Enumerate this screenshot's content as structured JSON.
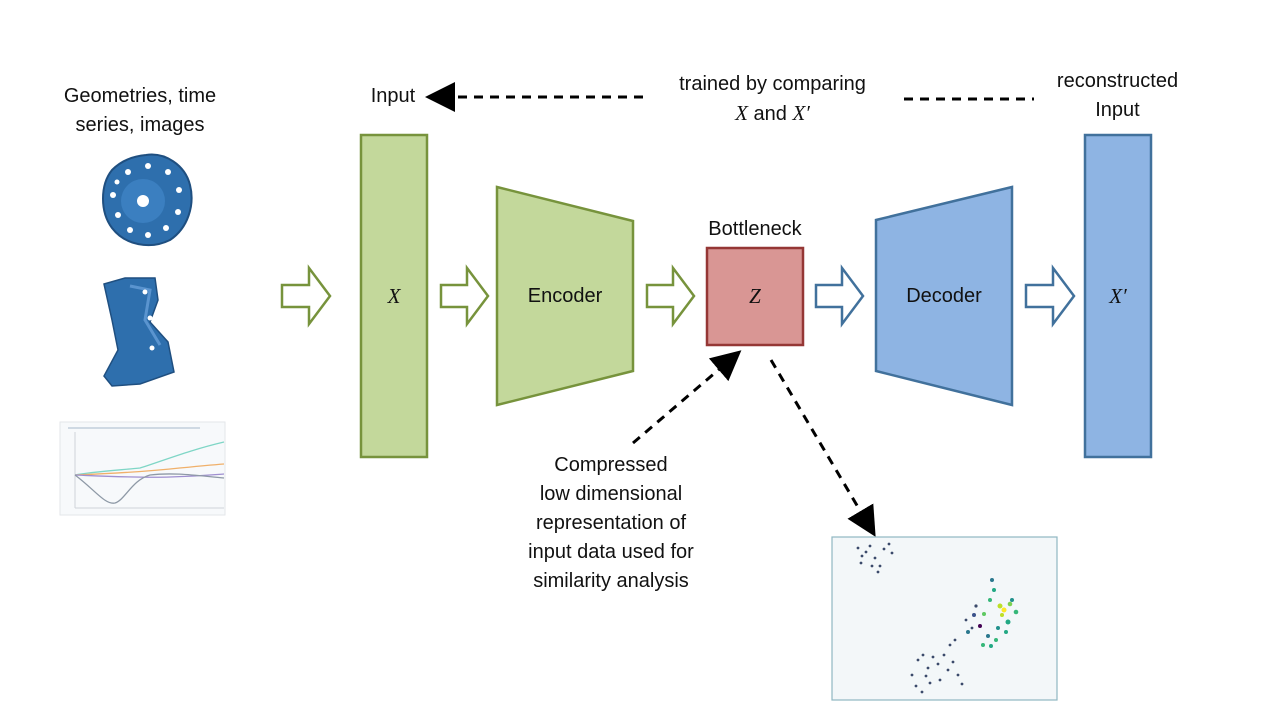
{
  "sources": {
    "title_line1": "Geometries, time",
    "title_line2": "series, images"
  },
  "blocks": {
    "input_x": "X",
    "encoder": "Encoder",
    "bottleneck_title": "Bottleneck",
    "bottleneck_z": "Z",
    "decoder": "Decoder",
    "output_x": "X′"
  },
  "top_labels": {
    "input": "Input",
    "training_line1": "trained by comparing",
    "training_x": "X",
    "training_and": "and",
    "training_xprime": "X′",
    "reconstructed_line1": "reconstructed",
    "reconstructed_line2": "Input"
  },
  "annotation": {
    "line1": "Compressed",
    "line2": "low dimensional",
    "line3": "representation of",
    "line4": "input data used for",
    "line5": "similarity analysis"
  },
  "colors": {
    "green_fill": "#c3d89b",
    "green_stroke": "#77933c",
    "red_fill": "#d99694",
    "red_stroke": "#953735",
    "blue_fill": "#8eb4e3",
    "blue_stroke": "#41719c",
    "part_blue": "#2e6fad"
  },
  "icons": [
    "wheel-rim-icon",
    "sheet-metal-part-icon",
    "time-series-thumbnail",
    "latent-scatter-thumbnail"
  ]
}
